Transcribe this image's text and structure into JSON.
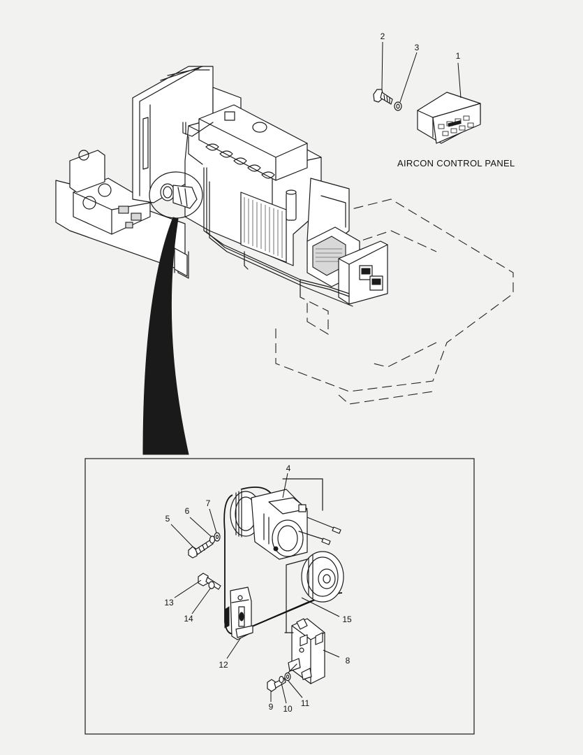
{
  "diagram": {
    "caption": "AIRCON CONTROL PANEL",
    "callouts": [
      {
        "id": "1",
        "label": "1"
      },
      {
        "id": "2",
        "label": "2"
      },
      {
        "id": "3",
        "label": "3"
      },
      {
        "id": "4",
        "label": "4"
      },
      {
        "id": "5",
        "label": "5"
      },
      {
        "id": "6",
        "label": "6"
      },
      {
        "id": "7",
        "label": "7"
      },
      {
        "id": "8",
        "label": "8"
      },
      {
        "id": "9",
        "label": "9"
      },
      {
        "id": "10",
        "label": "10"
      },
      {
        "id": "11",
        "label": "11"
      },
      {
        "id": "12",
        "label": "12"
      },
      {
        "id": "13",
        "label": "13"
      },
      {
        "id": "14",
        "label": "14"
      },
      {
        "id": "15",
        "label": "15"
      }
    ]
  }
}
